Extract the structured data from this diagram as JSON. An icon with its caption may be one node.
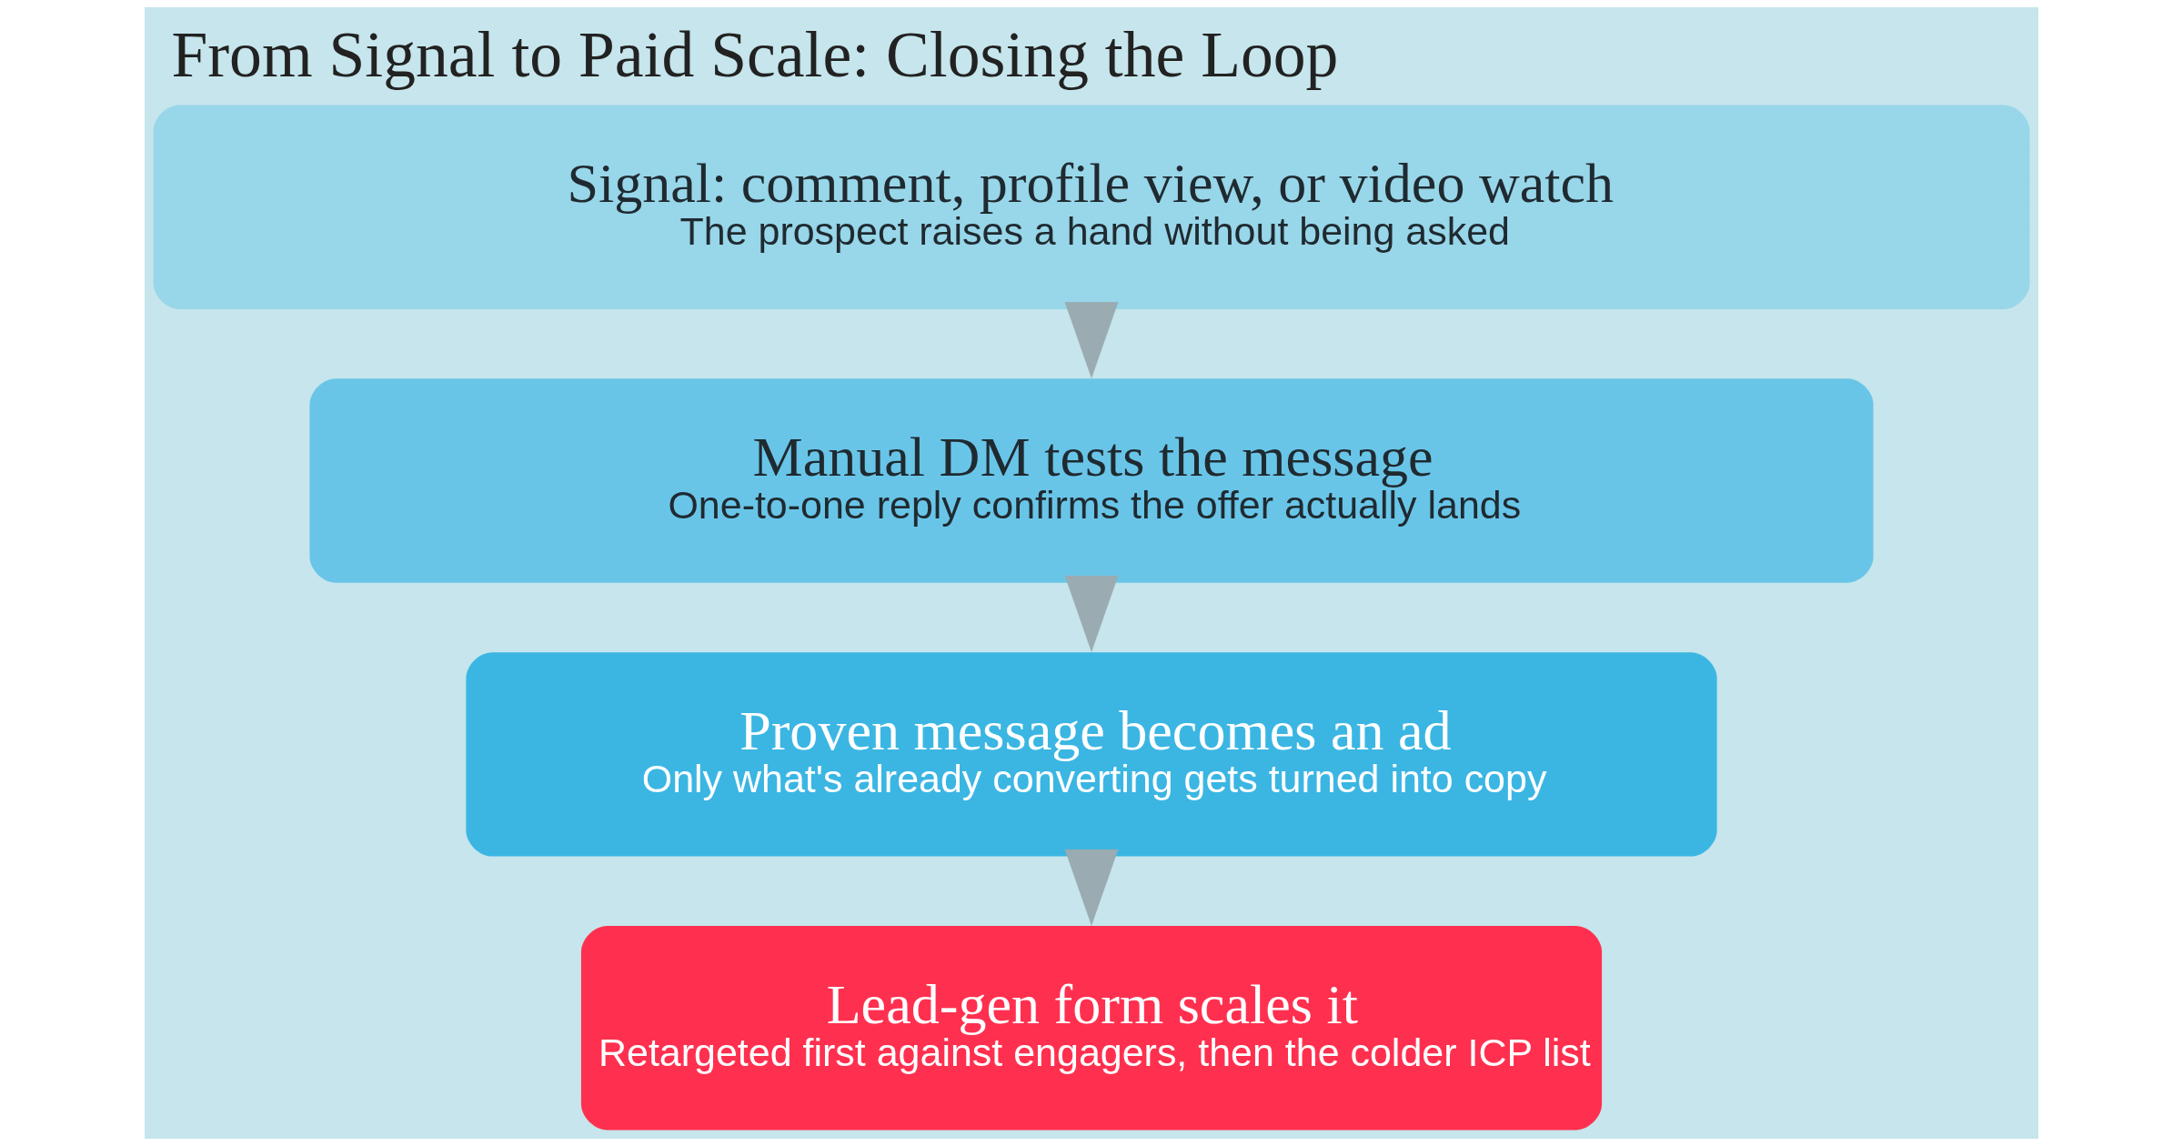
{
  "diagram": {
    "title": "From Signal to Paid Scale: Closing the Loop",
    "nodes": [
      {
        "text": [
          "Signal: comment, profile view, or video watch",
          "The prospect raises a hand without being asked"
        ]
      },
      {
        "text": [
          "Manual DM tests the message",
          "One-to-one reply confirms the offer actually lands"
        ]
      },
      {
        "text": [
          "Proven message becomes an ad",
          "Only what's already converting gets turned into copy"
        ]
      },
      {
        "text": [
          "Lead-gen form scales it",
          "Retargeted first against engagers, then the colder ICP list"
        ]
      }
    ],
    "edges": [
      {
        "from": 0,
        "to": 1,
        "arrow": "to"
      },
      {
        "from": 1,
        "to": 2,
        "arrow": "to"
      },
      {
        "from": 2,
        "to": 3,
        "arrow": "to"
      }
    ]
  }
}
